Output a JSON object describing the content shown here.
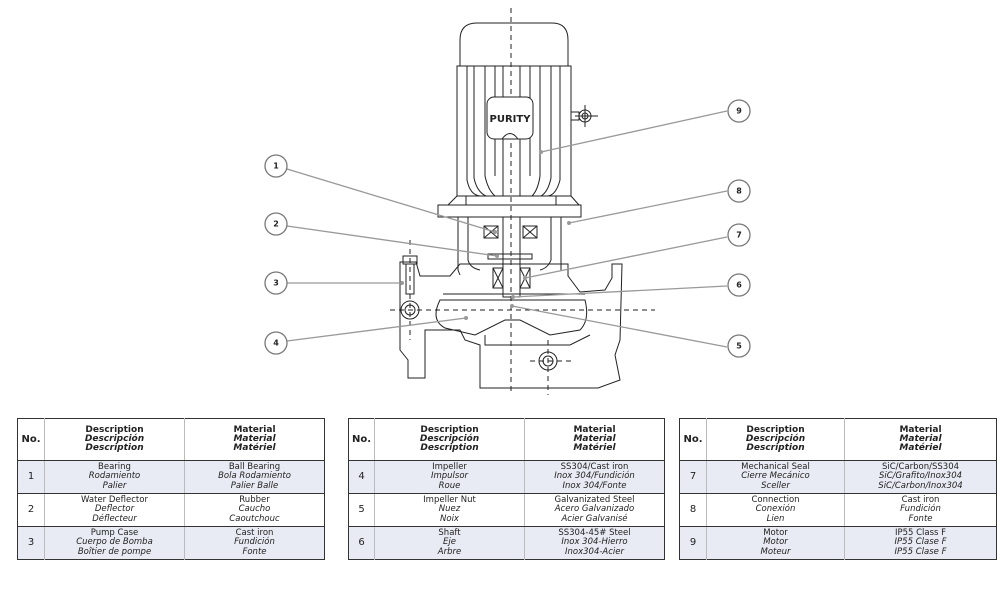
{
  "diagram": {
    "brand_label": "PURITY",
    "callouts": [
      "1",
      "2",
      "3",
      "4",
      "5",
      "6",
      "7",
      "8",
      "9"
    ]
  },
  "tables": [
    {
      "headers": {
        "no": "No.",
        "description": [
          "Description",
          "Descripción",
          "Description"
        ],
        "material": [
          "Material",
          "Material",
          "Matériel"
        ]
      },
      "rows": [
        {
          "no": "1",
          "description": [
            "Bearing",
            "Rodamiento",
            "Palier"
          ],
          "material": [
            "Ball Bearing",
            "Bola Rodamiento",
            "Palier Balle"
          ]
        },
        {
          "no": "2",
          "description": [
            "Water Deflector",
            "Deflector",
            "Déflecteur"
          ],
          "material": [
            "Rubber",
            "Caucho",
            "Caoutchouc"
          ]
        },
        {
          "no": "3",
          "description": [
            "Pump Case",
            "Cuerpo de Bomba",
            "Boîtier de pompe"
          ],
          "material": [
            "Cast iron",
            "Fundición",
            "Fonte"
          ]
        }
      ]
    },
    {
      "headers": {
        "no": "No.",
        "description": [
          "Description",
          "Descripción",
          "Description"
        ],
        "material": [
          "Material",
          "Material",
          "Matériel"
        ]
      },
      "rows": [
        {
          "no": "4",
          "description": [
            "Impeller",
            "Impulsor",
            "Roue"
          ],
          "material": [
            "SS304/Cast iron",
            "Inox 304/Fundición",
            "Inox 304/Fonte"
          ]
        },
        {
          "no": "5",
          "description": [
            "Impeller Nut",
            "Nuez",
            "Noix"
          ],
          "material": [
            "Galvanizated Steel",
            "Acero Galvanizado",
            "Acier Galvanisé"
          ]
        },
        {
          "no": "6",
          "description": [
            "Shaft",
            "Eje",
            "Arbre"
          ],
          "material": [
            "SS304-45# Steel",
            "Inox 304-Hierro",
            "Inox304-Acier"
          ]
        }
      ]
    },
    {
      "headers": {
        "no": "No.",
        "description": [
          "Description",
          "Descripción",
          "Description"
        ],
        "material": [
          "Material",
          "Material",
          "Matériel"
        ]
      },
      "rows": [
        {
          "no": "7",
          "description": [
            "Mechanical Seal",
            "Cierre Mecánico",
            "Sceller"
          ],
          "material": [
            "SiC/Carbon/SS304",
            "SiC/Grafito/Inox304",
            "SiC/Carbon/Inox304"
          ]
        },
        {
          "no": "8",
          "description": [
            "Connection",
            "Conexión",
            "Lien"
          ],
          "material": [
            "Cast iron",
            "Fundición",
            "Fonte"
          ]
        },
        {
          "no": "9",
          "description": [
            "Motor",
            "Motor",
            "Moteur"
          ],
          "material": [
            "IP55 Class F",
            "IP55 Clase F",
            "IP55 Clase F"
          ]
        }
      ]
    }
  ]
}
